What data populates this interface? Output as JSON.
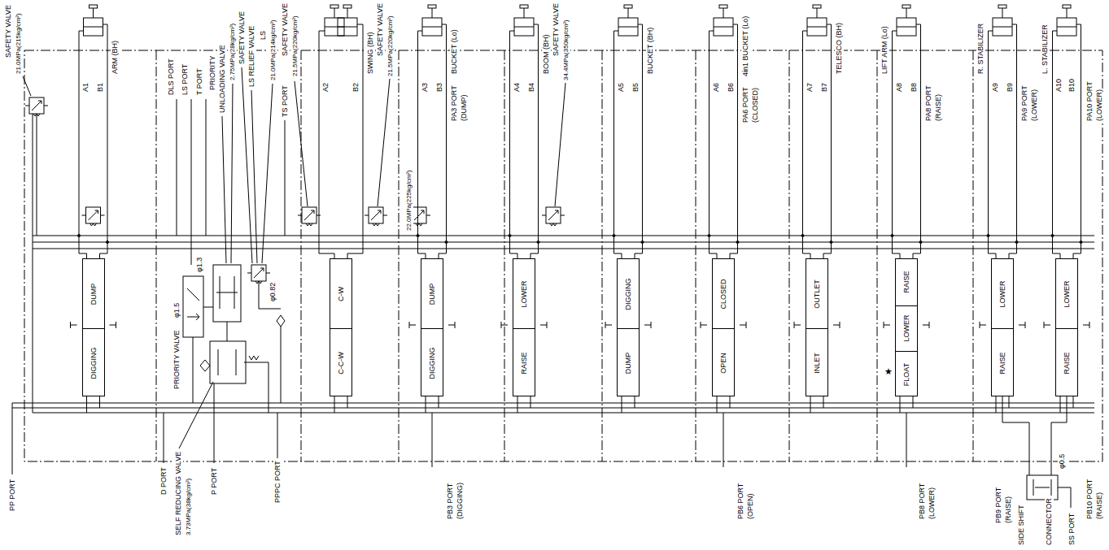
{
  "diagram": {
    "nodes": [
      {
        "text": [
          "DUMP",
          "DIGGING"
        ]
      },
      {
        "text": [
          "C-W",
          "C-C-W"
        ]
      },
      {
        "text": [
          "DUMP",
          "DIGGING"
        ]
      },
      {
        "text": [
          "LOWER",
          "RAISE"
        ]
      },
      {
        "text": [
          "DIGGING",
          "DUMP"
        ]
      },
      {
        "text": [
          "CLOSED",
          "OPEN"
        ]
      },
      {
        "text": [
          "OUTLET",
          "INLET"
        ]
      },
      {
        "text": [
          "RAISE",
          "LOWER",
          "FLOAT"
        ]
      },
      {
        "text": [
          "LOWER",
          "RAISE"
        ]
      },
      {
        "text": [
          "LOWER",
          "RAISE"
        ]
      }
    ],
    "labels": [
      "SAFETY VALVE",
      "21.0MPa(215kg/cm²)",
      "ARM (BH)",
      "A1",
      "B1",
      "DLS PORT",
      "LS PORT",
      "T PORT",
      "PRIORITY",
      "UNLOADING VALVE",
      "2.75MPa(28kg/cm²)",
      "SAFETY VALVE",
      "LS RELIEF VALVE",
      "LS",
      "21.0MPa(214kg/cm²)",
      "TS PORT",
      "SAFETY VALVE",
      "21.5MPa(220kg/cm²)",
      "SWING (BH)",
      "A2",
      "B2",
      "SAFETY VALVE",
      "21.5MPa(220kg/cm²)",
      "BUCKET (Lo)",
      "A3",
      "B3",
      "22.0MPa(225kg/cm²)",
      "PA3 PORT",
      "(DUMP)",
      "BOOM (BH)",
      "A4",
      "B4",
      "SAFETY VALVE",
      "34.4MPa(350kg/cm²)",
      "BUCKET (BH)",
      "A5",
      "B5",
      "4in1 BUCKET (Lo)",
      "A6",
      "B6",
      "PA6 PORT",
      "(CLOSED)",
      "TELESCO (BH)",
      "A7",
      "B7",
      "LIFT ARM (Lo)",
      "A8",
      "B8",
      "PA8 PORT",
      "(RAISE)",
      "R. STABILIZER",
      "A9",
      "B9",
      "PA9 PORT",
      "(LOWER)",
      "L. STABILIZER",
      "A10",
      "B10",
      "PA10 PORT",
      "(LOWER)",
      "PP PORT",
      "D PORT",
      "SELF REDUCING VALVE",
      "3.73MPa(38kg/cm²)",
      "P PORT",
      "PPPC PORT",
      "PRIORITY VALVE",
      "φ1.5",
      "φ1.3",
      "φ0.82",
      "PB3 PORT",
      "(DIGGING)",
      "PB6 PORT",
      "(OPEN)",
      "PB8 PORT",
      "(LOWER)",
      "★",
      "PB9 PORT",
      "(RAISE)",
      "φ0.5",
      "SIDE SHIFT",
      "CONNECTOR",
      "SS PORT",
      "PB10 PORT",
      "(RAISE)"
    ]
  }
}
